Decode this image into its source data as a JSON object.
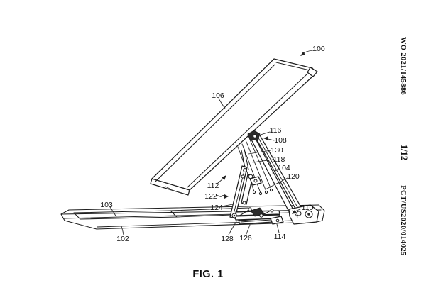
{
  "page": {
    "figure_caption": "FIG. 1",
    "paper_color": "#ffffff",
    "ink_color": "#1d1d1d"
  },
  "margin_header": {
    "publication_number": "WO 2021/145886",
    "sheet_indicator": "1/12",
    "application_number": "PCT/US2020/014025"
  },
  "figure": {
    "type": "patent-line-drawing",
    "subject": "Computing device with tilted display panel supported above a flat base by a multi-bar kickstand hinge linkage",
    "labels": {
      "n100": "100",
      "n102": "102",
      "n103": "103",
      "n104": "104",
      "n106": "106",
      "n108": "108",
      "n110": "110",
      "n112": "112",
      "n114": "114",
      "n116": "116",
      "n118": "118",
      "n120": "120",
      "n122": "122",
      "n124": "124",
      "n126": "126",
      "n128": "128",
      "n130": "130"
    }
  }
}
